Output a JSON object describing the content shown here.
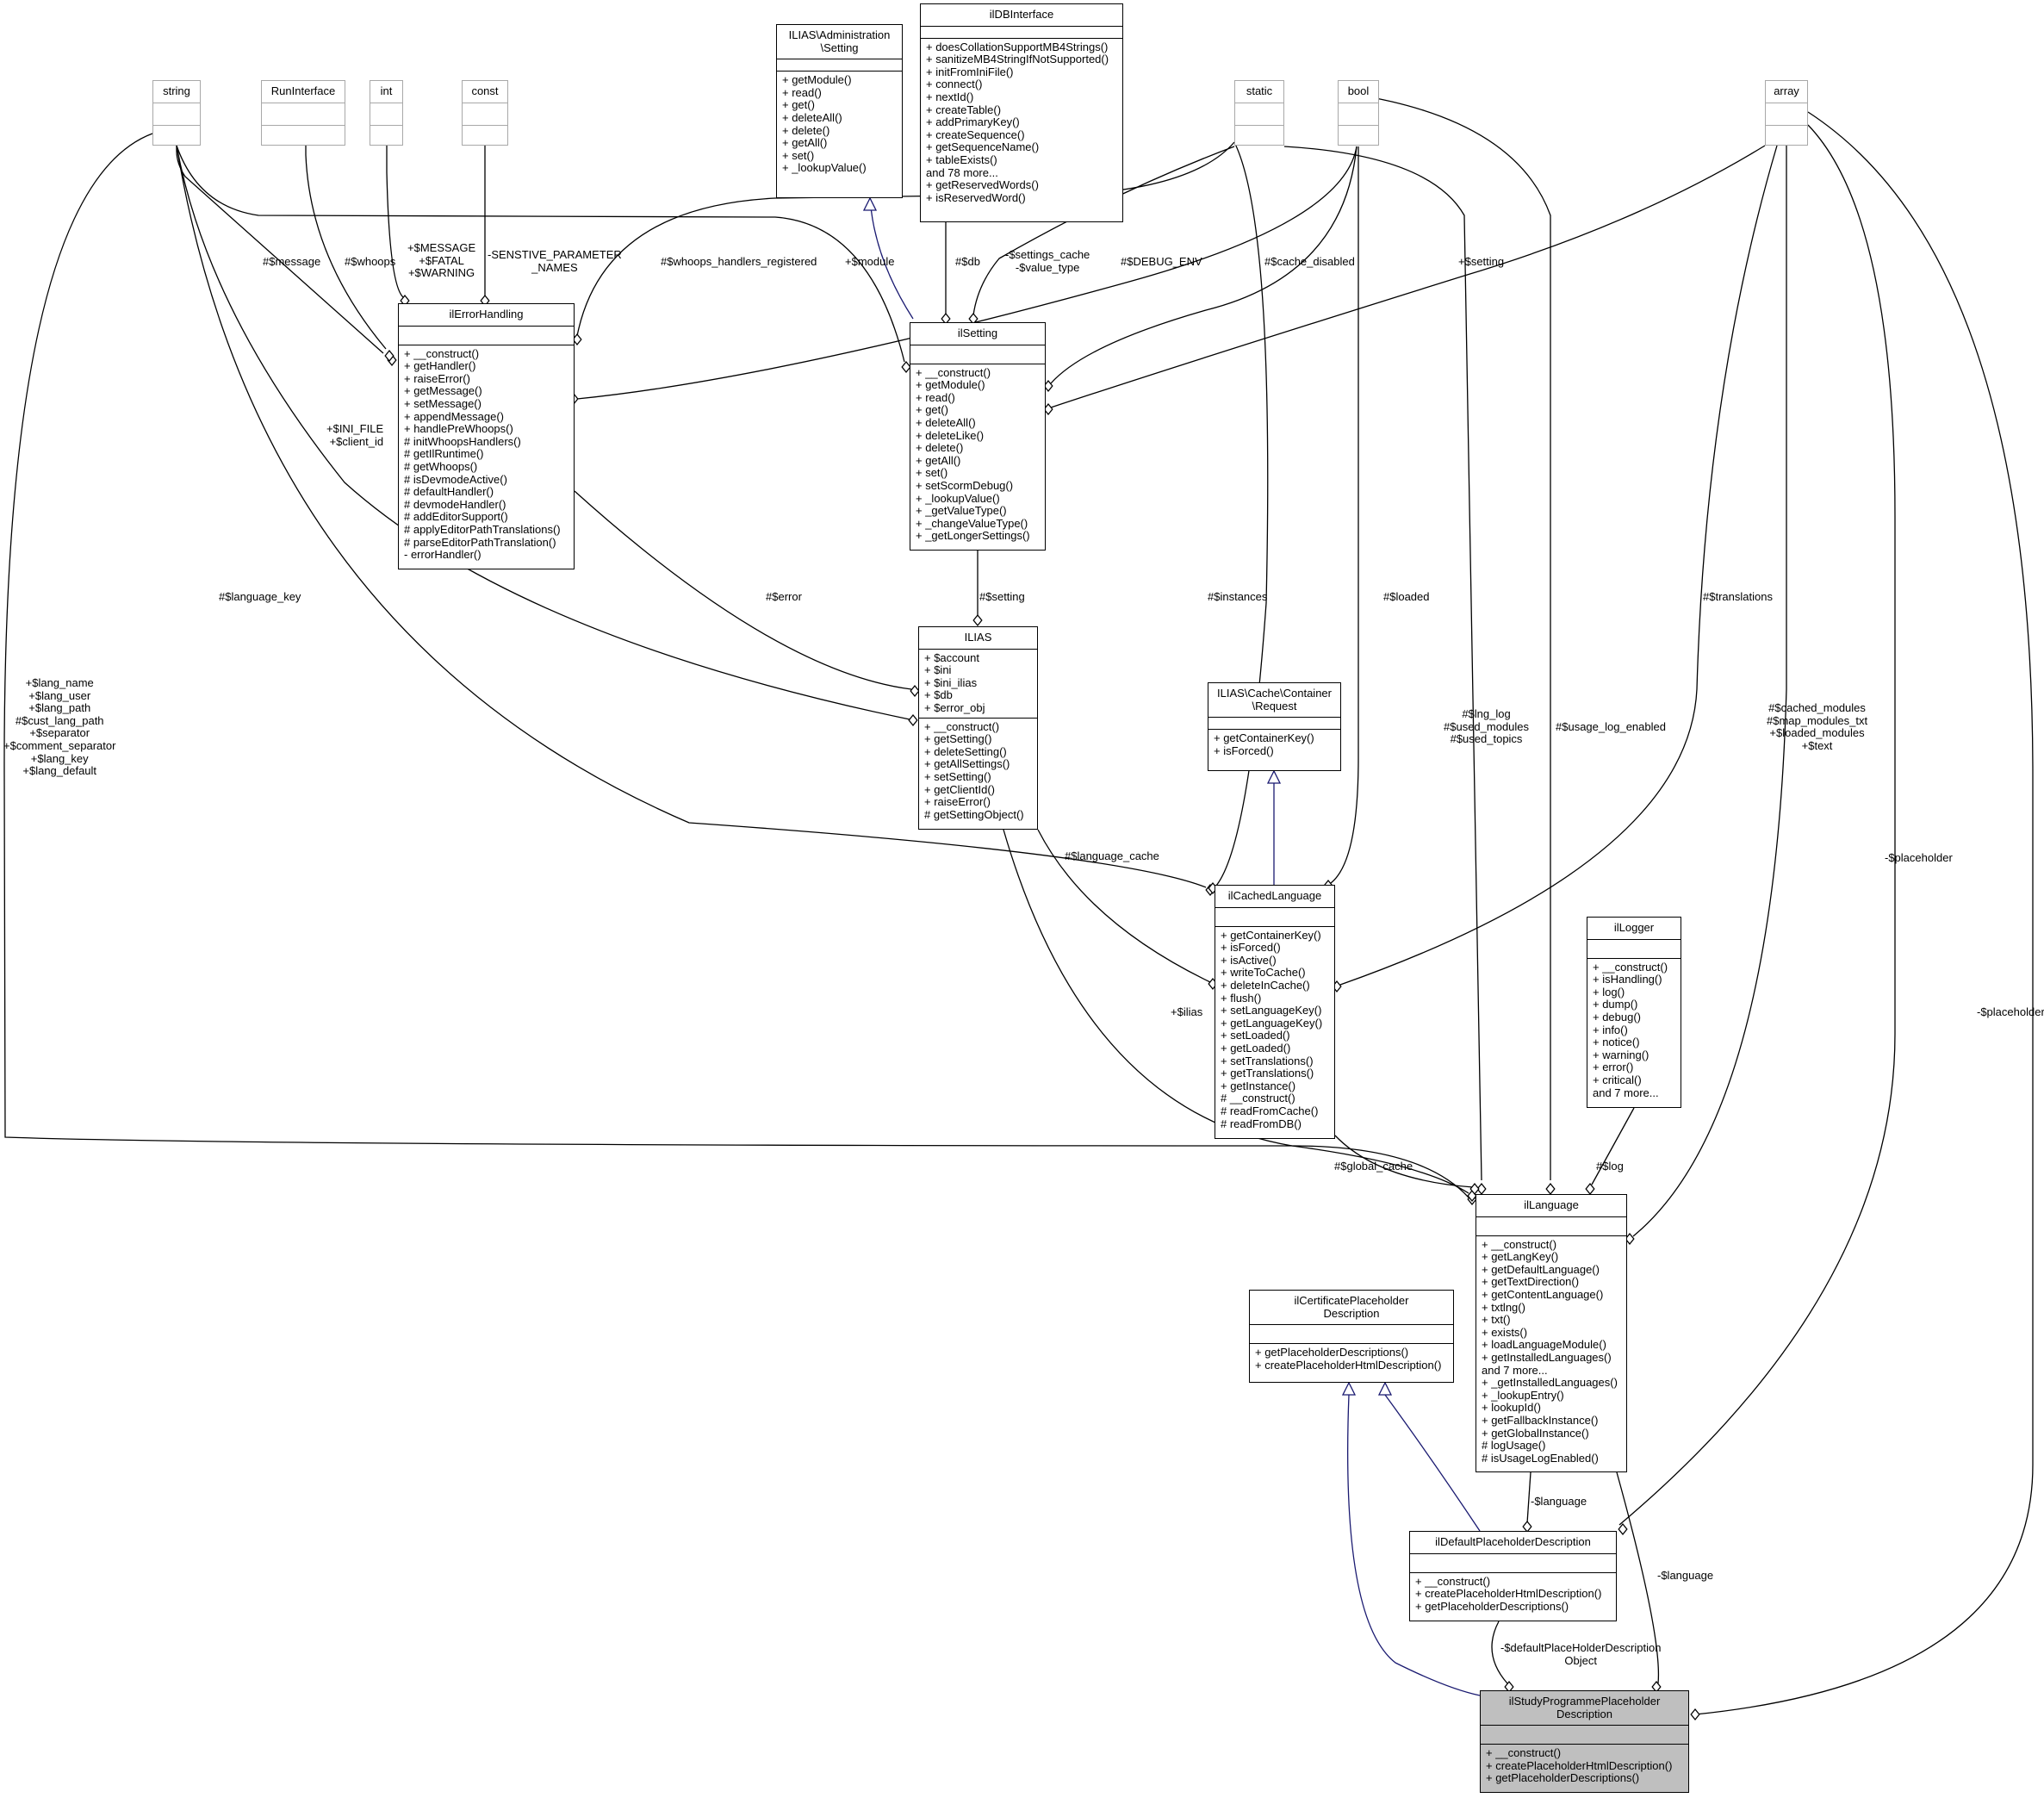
{
  "classes": {
    "ilias_admin_setting": {
      "title": "ILIAS\\Administration\n\\Setting",
      "attributes": [],
      "methods": [
        "+ getModule()",
        "+ read()",
        "+ get()",
        "+ deleteAll()",
        "+ delete()",
        "+ getAll()",
        "+ set()",
        "+ _lookupValue()"
      ]
    },
    "ildbinterface": {
      "title": "ilDBInterface",
      "attributes": [],
      "methods": [
        "+ doesCollationSupportMB4Strings()",
        "+ sanitizeMB4StringIfNotSupported()",
        "+ initFromIniFile()",
        "+ connect()",
        "+ nextId()",
        "+ createTable()",
        "+ addPrimaryKey()",
        "+ createSequence()",
        "+ getSequenceName()",
        "+ tableExists()",
        "and 78 more...",
        "+ getReservedWords()",
        "+ isReservedWord()"
      ]
    },
    "string": {
      "title": "string",
      "attributes": [],
      "methods": []
    },
    "runinterface": {
      "title": "RunInterface",
      "attributes": [],
      "methods": []
    },
    "int": {
      "title": "int",
      "attributes": [],
      "methods": []
    },
    "const": {
      "title": "const",
      "attributes": [],
      "methods": []
    },
    "static": {
      "title": "static",
      "attributes": [],
      "methods": []
    },
    "bool": {
      "title": "bool",
      "attributes": [],
      "methods": []
    },
    "array": {
      "title": "array",
      "attributes": [],
      "methods": []
    },
    "ilerrorhandling": {
      "title": "ilErrorHandling",
      "attributes": [],
      "methods": [
        "+ __construct()",
        "+ getHandler()",
        "+ raiseError()",
        "+ getMessage()",
        "+ setMessage()",
        "+ appendMessage()",
        "+ handlePreWhoops()",
        "# initWhoopsHandlers()",
        "# getIlRuntime()",
        "# getWhoops()",
        "# isDevmodeActive()",
        "# defaultHandler()",
        "# devmodeHandler()",
        "# addEditorSupport()",
        "# applyEditorPathTranslations()",
        "# parseEditorPathTranslation()",
        "- errorHandler()"
      ]
    },
    "ilsetting": {
      "title": "ilSetting",
      "attributes": [],
      "methods": [
        "+ __construct()",
        "+ getModule()",
        "+ read()",
        "+ get()",
        "+ deleteAll()",
        "+ deleteLike()",
        "+ delete()",
        "+ getAll()",
        "+ set()",
        "+ setScormDebug()",
        "+ _lookupValue()",
        "+ _getValueType()",
        "+ _changeValueType()",
        "+ _getLongerSettings()"
      ]
    },
    "ilias": {
      "title": "ILIAS",
      "attributes": [
        "+ $account",
        "+ $ini",
        "+ $ini_ilias",
        "+ $db",
        "+ $error_obj"
      ],
      "methods": [
        "+ __construct()",
        "+ getSetting()",
        "+ deleteSetting()",
        "+ getAllSettings()",
        "+ setSetting()",
        "+ getClientId()",
        "+ raiseError()",
        "# getSettingObject()"
      ]
    },
    "cache_request": {
      "title": "ILIAS\\Cache\\Container\n\\Request",
      "attributes": [],
      "methods": [
        "+ getContainerKey()",
        "+ isForced()"
      ]
    },
    "ilcachedlanguage": {
      "title": "ilCachedLanguage",
      "attributes": [],
      "methods": [
        "+ getContainerKey()",
        "+ isForced()",
        "+ isActive()",
        "+ writeToCache()",
        "+ deleteInCache()",
        "+ flush()",
        "+ setLanguageKey()",
        "+ getLanguageKey()",
        "+ setLoaded()",
        "+ getLoaded()",
        "+ setTranslations()",
        "+ getTranslations()",
        "+ getInstance()",
        "# __construct()",
        "# readFromCache()",
        "# readFromDB()"
      ]
    },
    "illogger": {
      "title": "ilLogger",
      "attributes": [],
      "methods": [
        "+ __construct()",
        "+ isHandling()",
        "+ log()",
        "+ dump()",
        "+ debug()",
        "+ info()",
        "+ notice()",
        "+ warning()",
        "+ error()",
        "+ critical()",
        "and 7 more..."
      ]
    },
    "illanguage": {
      "title": "ilLanguage",
      "attributes": [],
      "methods": [
        "+ __construct()",
        "+ getLangKey()",
        "+ getDefaultLanguage()",
        "+ getTextDirection()",
        "+ getContentLanguage()",
        "+ txtlng()",
        "+ txt()",
        "+ exists()",
        "+ loadLanguageModule()",
        "+ getInstalledLanguages()",
        "and 7 more...",
        "+ _getInstalledLanguages()",
        "+ _lookupEntry()",
        "+ lookupId()",
        "+ getFallbackInstance()",
        "+ getGlobalInstance()",
        "# logUsage()",
        "# isUsageLogEnabled()"
      ]
    },
    "ilcertificate_desc": {
      "title": "ilCertificatePlaceholder\nDescription",
      "attributes": [],
      "methods": [
        "+ getPlaceholderDescriptions()",
        "+ createPlaceholderHtmlDescription()"
      ]
    },
    "ildefault_desc": {
      "title": "ilDefaultPlaceholderDescription",
      "attributes": [],
      "methods": [
        "+ __construct()",
        "+ createPlaceholderHtmlDescription()",
        "+ getPlaceholderDescriptions()"
      ]
    },
    "ilstudy_desc": {
      "title": "ilStudyProgrammePlaceholder\nDescription",
      "attributes": [],
      "methods": [
        "+ __construct()",
        "+ createPlaceholderHtmlDescription()",
        "+ getPlaceholderDescriptions()"
      ]
    }
  },
  "edge_labels": {
    "message": "#$message",
    "whoops": "#$whoops",
    "levels": "+$MESSAGE\n+$FATAL\n+$WARNING",
    "sensitive": "-SENSTIVE_PARAMETER\n_NAMES",
    "whoops_registered": "#$whoops_handlers_registered",
    "module": "+$module",
    "db": "#$db",
    "settings_cache": "-$settings_cache\n-$value_type",
    "debug_env": "#$DEBUG_ENV",
    "cache_disabled": "#$cache_disabled",
    "setting_plus": "+$setting",
    "ini_file": "+$INI_FILE\n+$client_id",
    "language_key": "#$language_key",
    "error": "#$error",
    "setting_hash": "#$setting",
    "instances": "#$instances",
    "loaded": "#$loaded",
    "translations": "#$translations",
    "lang_fields": "+$lang_name\n+$lang_user\n+$lang_path\n#$cust_lang_path\n+$separator\n+$comment_separator\n+$lang_key\n+$lang_default",
    "lng_log": "#$lng_log\n#$used_modules\n#$used_topics",
    "usage_log_enabled": "#$usage_log_enabled",
    "cached_modules": "#$cached_modules\n#$map_modules_txt\n+$loaded_modules\n+$text",
    "placeholder_default": "-$placeholder",
    "placeholder_study": "-$placeholder",
    "language_cache": "#$language_cache",
    "ilias": "+$ilias",
    "global_cache": "#$global_cache",
    "log": "#$log",
    "language_default": "-$language",
    "language_study": "-$language",
    "default_object": "-$defaultPlaceHolderDescription\nObject"
  }
}
